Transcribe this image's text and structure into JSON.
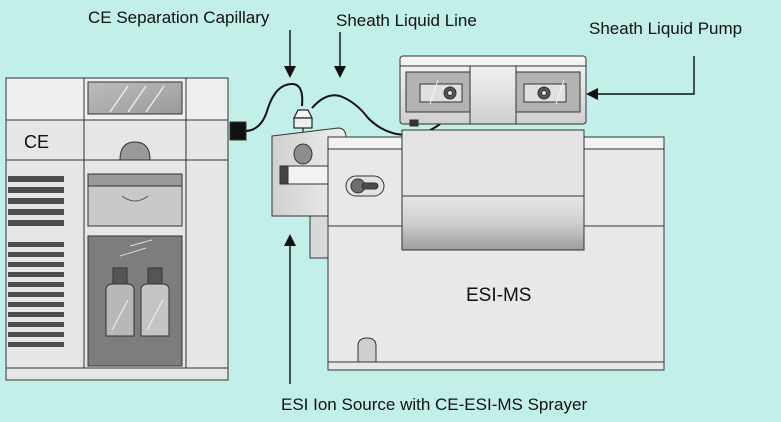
{
  "colors": {
    "background": "#c3efe9",
    "instrument": "#e9e9e9",
    "panel": "#d7d7d7",
    "dark": "#8a8a8a",
    "outline": "#222222"
  },
  "labels": {
    "ce_capillary": "CE Separation Capillary",
    "sheath_line": "Sheath Liquid Line",
    "sheath_pump": "Sheath Liquid Pump",
    "esi_source": "ESI Ion Source with CE-ESI-MS Sprayer",
    "ce": "CE",
    "esi_ms": "ESI-MS"
  }
}
